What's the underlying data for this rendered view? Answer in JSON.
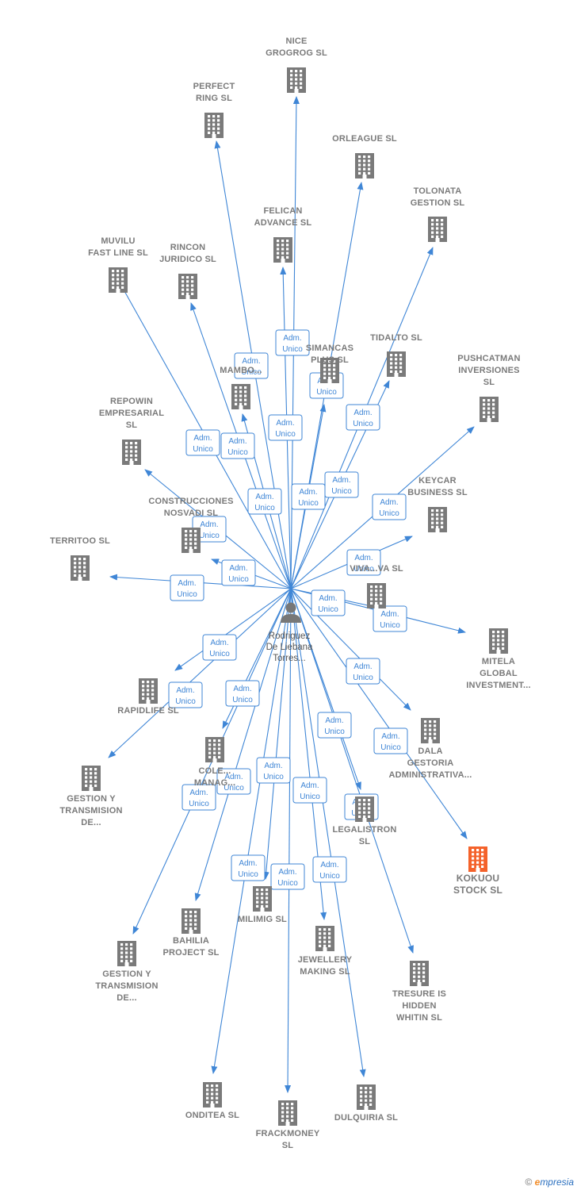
{
  "center": {
    "name_lines": [
      "Rodriguez",
      "De Liebana",
      "Torres..."
    ]
  },
  "badge": {
    "line1": "Adm.",
    "line2": "Unico"
  },
  "colors": {
    "edge": "#3f86d6",
    "building": "#7a7a7a",
    "highlight": "#f4622b",
    "person": "#777777"
  },
  "nodes": [
    {
      "id": "nice-grogrog",
      "lines": [
        "NICE",
        "GROGROG  SL"
      ]
    },
    {
      "id": "perfect-ring",
      "lines": [
        "PERFECT",
        "RING  SL"
      ]
    },
    {
      "id": "orleague",
      "lines": [
        "ORLEAGUE  SL"
      ]
    },
    {
      "id": "tolonata",
      "lines": [
        "TOLONATA",
        "GESTION  SL"
      ]
    },
    {
      "id": "felican",
      "lines": [
        "FELICAN",
        "ADVANCE  SL"
      ]
    },
    {
      "id": "muvilu",
      "lines": [
        "MUVILU",
        "FAST LINE  SL"
      ]
    },
    {
      "id": "rincon",
      "lines": [
        "RINCON",
        "JURIDICO SL"
      ]
    },
    {
      "id": "tidalto",
      "lines": [
        "TIDALTO  SL"
      ]
    },
    {
      "id": "simancas",
      "lines": [
        "SIMANCAS",
        "PLUS  SL"
      ]
    },
    {
      "id": "mambo",
      "lines": [
        "MAMBO..."
      ]
    },
    {
      "id": "pushcatman",
      "lines": [
        "PUSHCATMAN",
        "INVERSIONES",
        "SL"
      ]
    },
    {
      "id": "repowin",
      "lines": [
        "REPOWIN",
        "EMPRESARIAL",
        "SL"
      ]
    },
    {
      "id": "keycar",
      "lines": [
        "KEYCAR",
        "BUSINESS  SL"
      ]
    },
    {
      "id": "construcciones",
      "lines": [
        "CONSTRUCCIONES",
        "NOSVADI SL"
      ]
    },
    {
      "id": "territoo",
      "lines": [
        "TERRITOO  SL"
      ]
    },
    {
      "id": "viva",
      "lines": [
        "VIVA...VA  SL"
      ]
    },
    {
      "id": "mitela",
      "lines": [
        "MITELA",
        "GLOBAL",
        "INVESTMENT..."
      ]
    },
    {
      "id": "rapidlife",
      "lines": [
        "RAPIDLIFE  SL"
      ]
    },
    {
      "id": "dala",
      "lines": [
        "DALA",
        "GESTORIA",
        "ADMINISTRATIVA..."
      ]
    },
    {
      "id": "gestion1",
      "lines": [
        "GESTION Y",
        "TRANSMISION",
        "DE..."
      ]
    },
    {
      "id": "cole",
      "lines": [
        "COLE...",
        "MANAG..."
      ]
    },
    {
      "id": "kokuou",
      "lines": [
        "KOKUOU",
        "STOCK  SL"
      ]
    },
    {
      "id": "legalistron",
      "lines": [
        "LEGALISTRON",
        "SL"
      ]
    },
    {
      "id": "milimig",
      "lines": [
        "MILIMIG  SL"
      ]
    },
    {
      "id": "bahilia",
      "lines": [
        "BAHILIA",
        "PROJECT  SL"
      ]
    },
    {
      "id": "jewellery",
      "lines": [
        "JEWELLERY",
        "MAKING  SL"
      ]
    },
    {
      "id": "gestion2",
      "lines": [
        "GESTION Y",
        "TRANSMISION",
        "DE..."
      ]
    },
    {
      "id": "tresure",
      "lines": [
        "TRESURE IS",
        "HIDDEN",
        "WHITIN  SL"
      ]
    },
    {
      "id": "onditea",
      "lines": [
        "ONDITEA  SL"
      ]
    },
    {
      "id": "frackmoney",
      "lines": [
        "FRACKMONEY",
        "SL"
      ]
    },
    {
      "id": "dulquiria",
      "lines": [
        "DULQUIRIA  SL"
      ]
    }
  ],
  "highlighted_node": "kokuou",
  "footer": {
    "copyright": "©",
    "brand_e": "e",
    "brand_rest": "mpresia"
  }
}
